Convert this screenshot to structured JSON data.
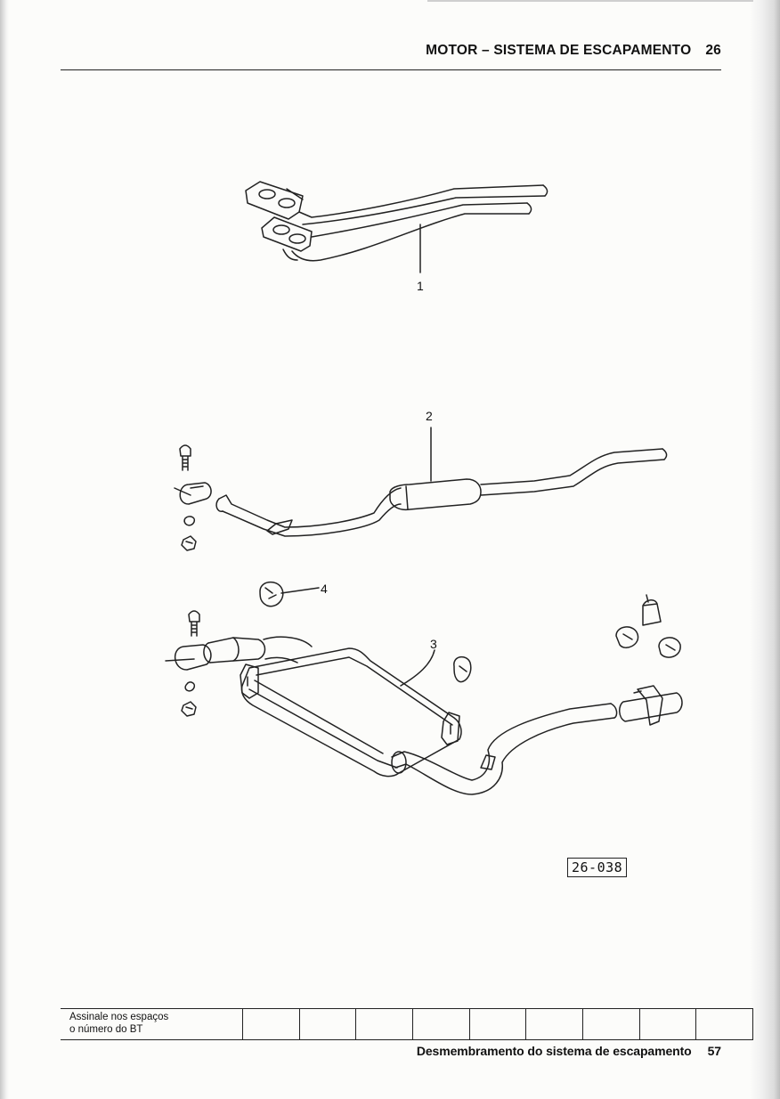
{
  "header": {
    "title": "MOTOR – SISTEMA DE ESCAPAMENTO",
    "section_number": "26"
  },
  "figure": {
    "callouts": {
      "c1": "1",
      "c2": "2",
      "c3": "3",
      "c4": "4"
    },
    "reference_code": "26-038"
  },
  "bt_box": {
    "label_line1": "Assinale nos espaços",
    "label_line2": "o número do BT",
    "cells": 9
  },
  "footer": {
    "title": "Desmembramento do sistema de escapamento",
    "page_number": "57"
  }
}
